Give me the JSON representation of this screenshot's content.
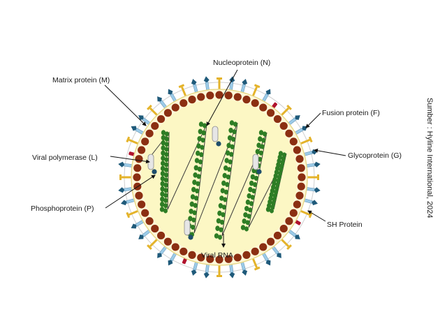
{
  "diagram": {
    "labels": {
      "nucleoprotein": "Nucleoprotein (N)",
      "matrix_protein": "Matrix protein (M)",
      "fusion_protein": "Fusion protein (F)",
      "viral_polymerase": "Viral polymerase (L)",
      "glycoprotein": "Glycoprotein (G)",
      "phosphoprotein": "Phosphoprotein (P)",
      "sh_protein": "SH Protein",
      "viral_rna": "Viral RNA"
    },
    "source": "Sumber : Hyline International, 2024"
  },
  "colors": {
    "interior": "#fcf7c4",
    "interior_ring": "#f3ebb0",
    "matrix_bead": "#8b2f12",
    "nucleoprotein": "#2e7d25",
    "rna_strand": "#3a3a3a",
    "polymerase": "#e6e6e6",
    "phosphoprotein": "#1f4e6b",
    "glycoprotein": "#e4b32a",
    "fusion_protein": "#9ccbe8",
    "fusion_head": "#1f5a7a",
    "sh_protein": "#b0122c",
    "membrane": "#cfcfcf"
  }
}
